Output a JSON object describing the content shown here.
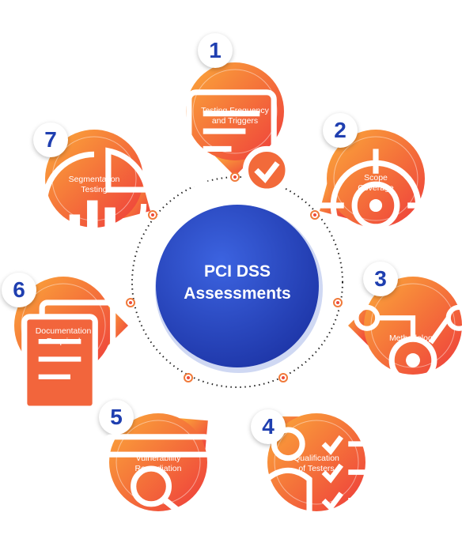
{
  "center": {
    "line1": "PCI DSS",
    "line2": "Assessments"
  },
  "colors": {
    "orange_light": "#fbaa3a",
    "orange_dark": "#ee3b3b",
    "blue_light": "#3c63e0",
    "blue_dark": "#1e36a8",
    "number": "#1f3fb0"
  },
  "items": [
    {
      "number": "1",
      "label_lines": [
        "Testing Frequency",
        "and Triggers"
      ],
      "icon": "checklist-icon"
    },
    {
      "number": "2",
      "label_lines": [
        "Scope",
        "Coverage"
      ],
      "icon": "target-icon"
    },
    {
      "number": "3",
      "label_lines": [
        "Methodology"
      ],
      "icon": "gears-flow-icon"
    },
    {
      "number": "4",
      "label_lines": [
        "Qualification",
        "of Testers"
      ],
      "icon": "tester-checklist-icon"
    },
    {
      "number": "5",
      "label_lines": [
        "Vulnerability",
        "Remediation"
      ],
      "icon": "browser-scan-icon"
    },
    {
      "number": "6",
      "label_lines": [
        "Documentation",
        "Required"
      ],
      "icon": "documents-icon"
    },
    {
      "number": "7",
      "label_lines": [
        "Segmentation",
        "Testing"
      ],
      "icon": "segment-chart-icon"
    }
  ]
}
